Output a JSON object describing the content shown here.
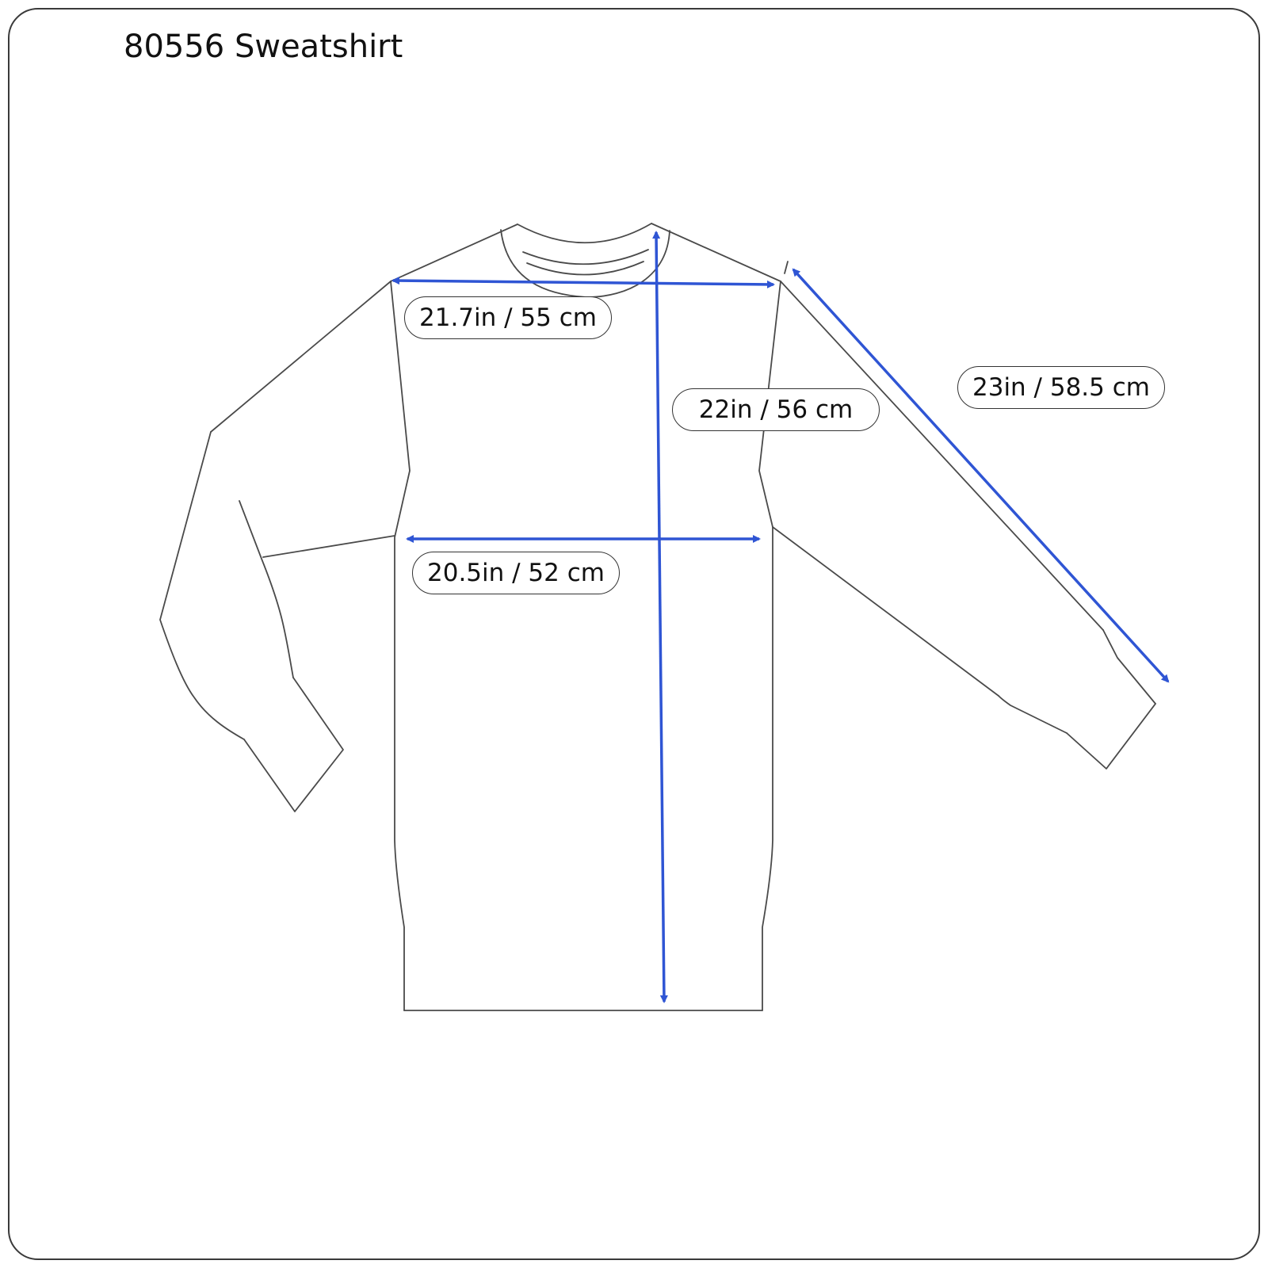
{
  "title": "80556 Sweatshirt",
  "measurements": {
    "shoulder_width": "21.7in / 55 cm",
    "body_length": "22in / 56 cm",
    "sleeve_length": "23in / 58.5 cm",
    "chest_width": "20.5in / 52 cm"
  },
  "colors": {
    "arrow": "#2f55d4",
    "outline": "#4a4a4a"
  }
}
